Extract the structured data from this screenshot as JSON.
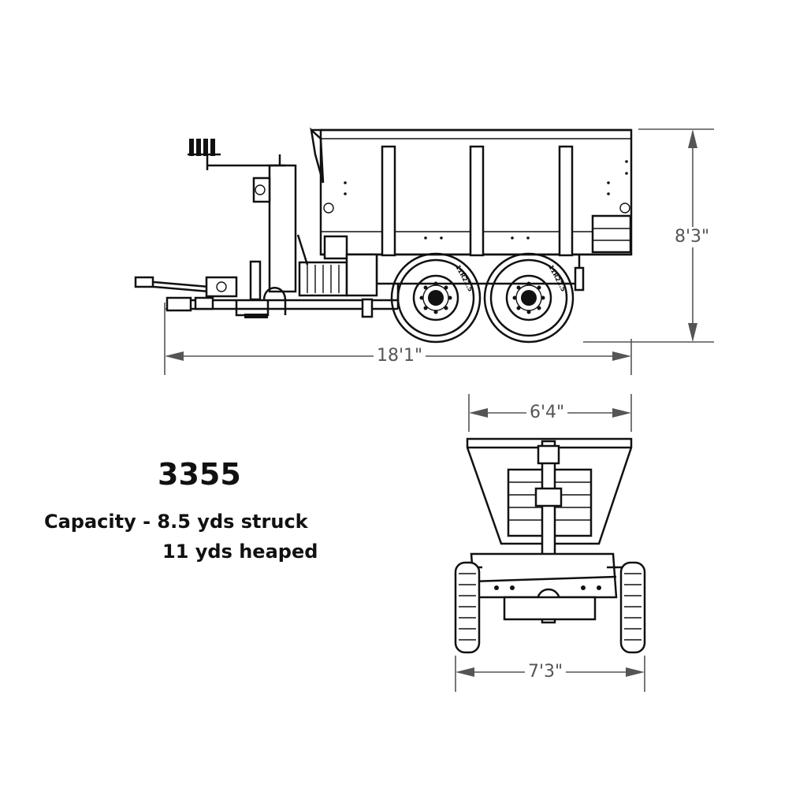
{
  "model": "3355",
  "capacity_line1": "Capacity - 8.5 yds struck",
  "capacity_line2": "11 yds heaped",
  "dimensions": {
    "overall_length": "18'1\"",
    "overall_height": "8'3\"",
    "box_width": "6'4\"",
    "overall_width": "7'3\""
  },
  "tire_marking": "11R22.5"
}
